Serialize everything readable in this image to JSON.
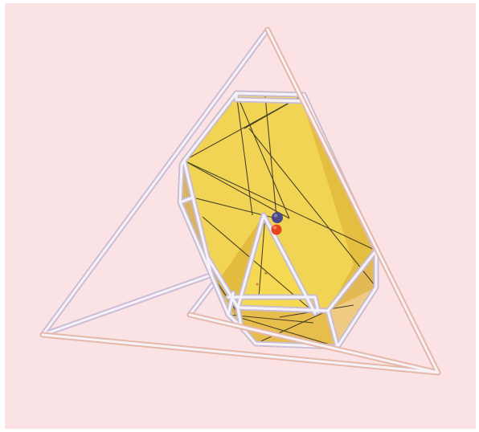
{
  "figure": {
    "description_free": true,
    "colors": {
      "background": "#fbe3e5",
      "page": "#ffffff",
      "frame_light": "#f3f2f8",
      "frame_mid": "#cdbcd6",
      "frame_warm": "#e8b9a6",
      "solid_fill": "#f1cf3a",
      "solid_fill_dark": "#d7a92e",
      "solid_edge": "#2e2a20",
      "point_blue": "#4b4a86",
      "point_red": "#e8441f",
      "point_small": "#c5843a"
    },
    "objects": [
      "outer-tetrahedron-frame",
      "translucent-yellow-polyhedron",
      "inner-wireframe-pyramid",
      "blue-sphere-point",
      "red-sphere-point"
    ]
  }
}
